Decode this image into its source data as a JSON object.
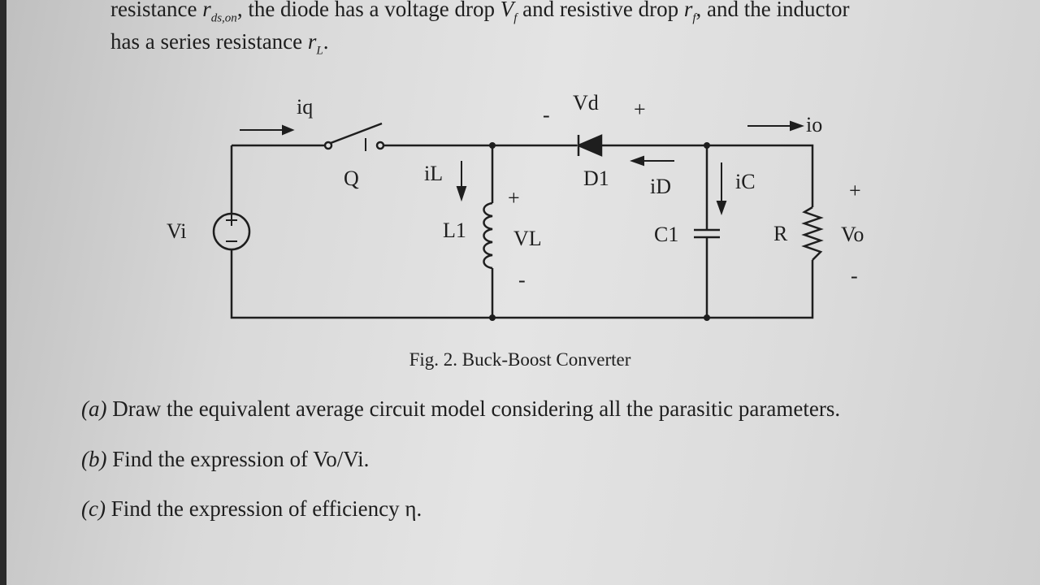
{
  "intro": {
    "line1": "resistance r_ds,on, the diode has a voltage drop V_f and resistive drop r_f, and the inductor",
    "line2": "has a series resistance r_L."
  },
  "figure": {
    "caption": "Fig. 2. Buck-Boost Converter",
    "labels": {
      "vi": "Vi",
      "iq": "iq",
      "q": "Q",
      "il": "iL",
      "l1": "L1",
      "vl": "VL",
      "vl_plus": "+",
      "vl_minus": "-",
      "vd": "Vd",
      "vd_minus": "-",
      "vd_plus": "+",
      "d1": "D1",
      "id": "iD",
      "ic": "iC",
      "c1": "C1",
      "r": "R",
      "io": "io",
      "vo": "Vo",
      "vo_plus": "+",
      "vo_minus": "-"
    }
  },
  "questions": [
    {
      "tag": "(a)",
      "text": "Draw the equivalent average circuit model considering all the parasitic parameters."
    },
    {
      "tag": "(b)",
      "text": "Find the expression of Vo/Vi."
    },
    {
      "tag": "(c)",
      "text": "Find the expression of efficiency η."
    }
  ]
}
